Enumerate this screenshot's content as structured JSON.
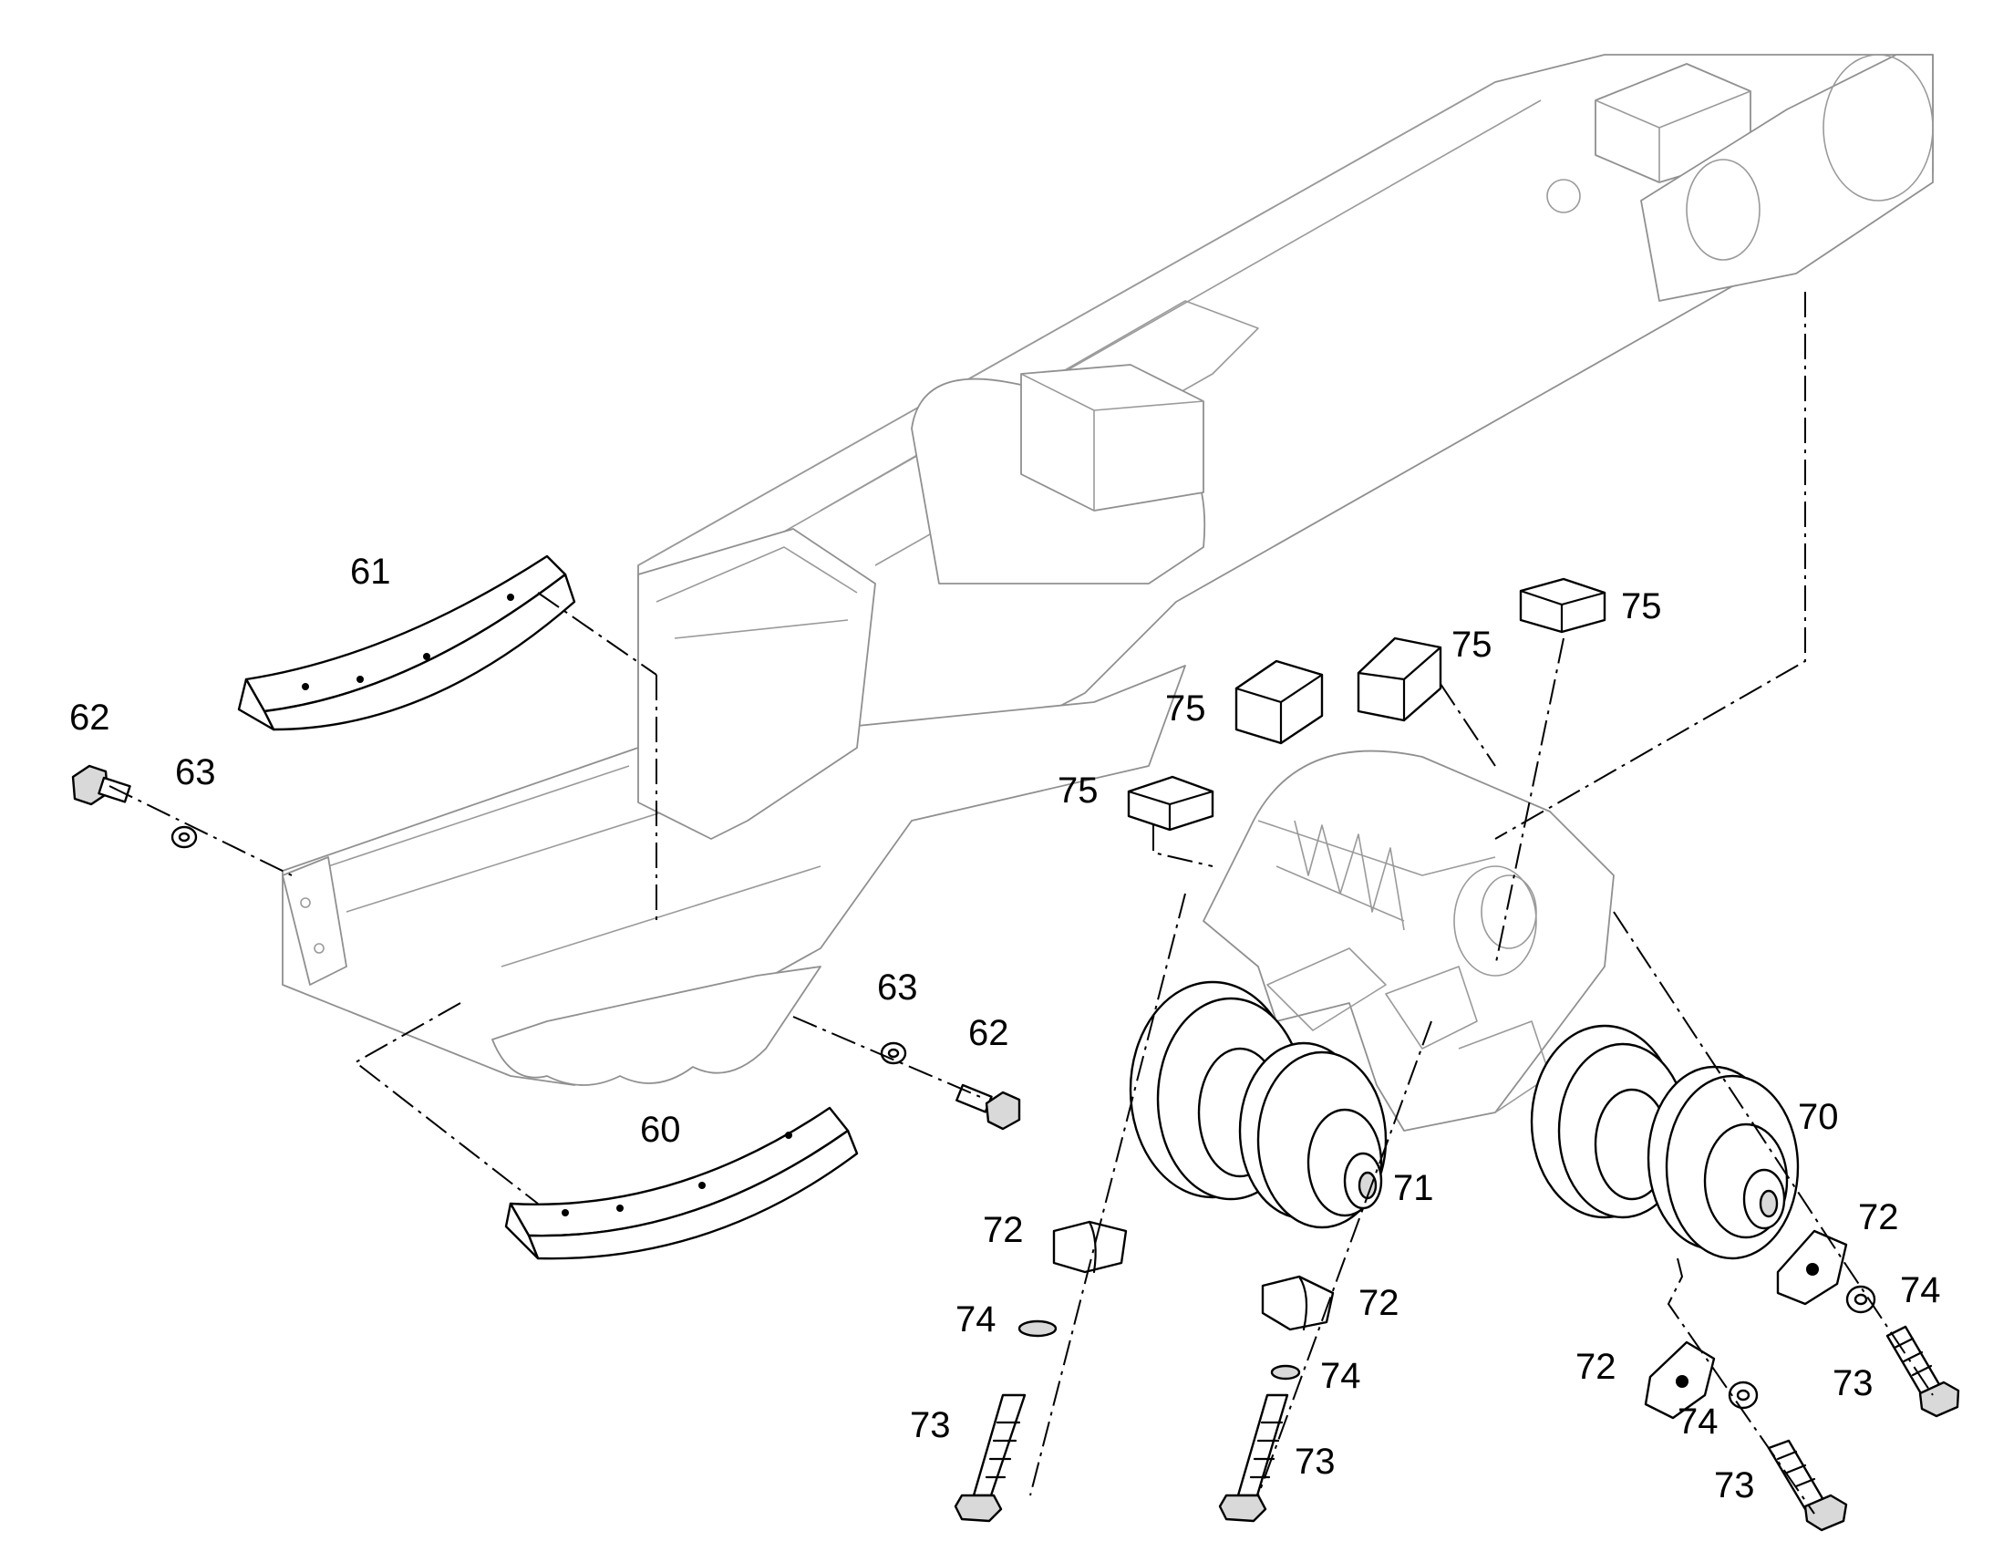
{
  "diagram": {
    "part_labels": [
      {
        "id": "lbl-61",
        "text": "61"
      },
      {
        "id": "lbl-62a",
        "text": "62"
      },
      {
        "id": "lbl-63a",
        "text": "63"
      },
      {
        "id": "lbl-63b",
        "text": "63"
      },
      {
        "id": "lbl-62b",
        "text": "62"
      },
      {
        "id": "lbl-60",
        "text": "60"
      },
      {
        "id": "lbl-75a",
        "text": "75"
      },
      {
        "id": "lbl-75b",
        "text": "75"
      },
      {
        "id": "lbl-75c",
        "text": "75"
      },
      {
        "id": "lbl-75d",
        "text": "75"
      },
      {
        "id": "lbl-70",
        "text": "70"
      },
      {
        "id": "lbl-71",
        "text": "71"
      },
      {
        "id": "lbl-72a",
        "text": "72"
      },
      {
        "id": "lbl-72b",
        "text": "72"
      },
      {
        "id": "lbl-72c",
        "text": "72"
      },
      {
        "id": "lbl-72d",
        "text": "72"
      },
      {
        "id": "lbl-74a",
        "text": "74"
      },
      {
        "id": "lbl-74b",
        "text": "74"
      },
      {
        "id": "lbl-74c",
        "text": "74"
      },
      {
        "id": "lbl-74d",
        "text": "74"
      },
      {
        "id": "lbl-73a",
        "text": "73"
      },
      {
        "id": "lbl-73b",
        "text": "73"
      },
      {
        "id": "lbl-73c",
        "text": "73"
      },
      {
        "id": "lbl-73d",
        "text": "73"
      }
    ]
  }
}
